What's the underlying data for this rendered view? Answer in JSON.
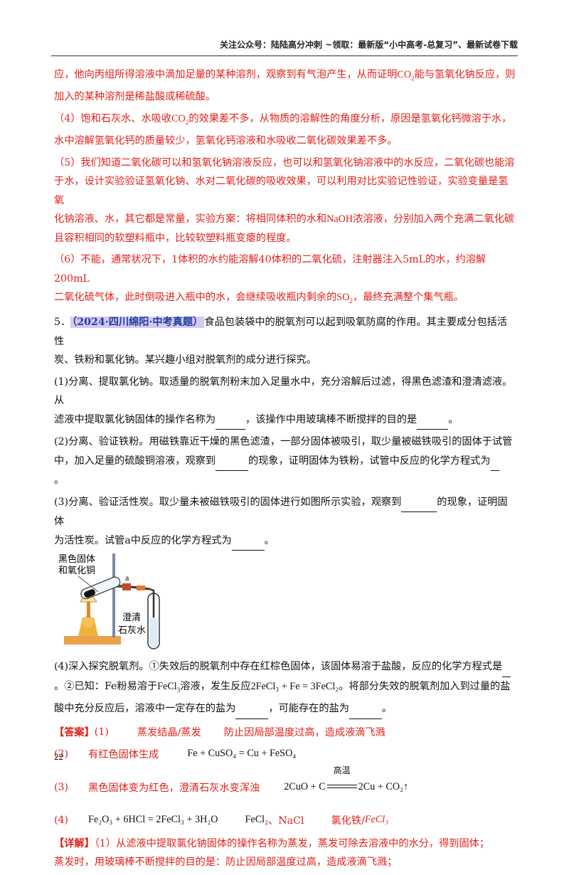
{
  "header": {
    "text": "关注公众号：陆陆高分冲刺  ~领取：最新版“小中高考-总复习”、最新试卷下载"
  },
  "paras": {
    "p1": "应，他向丙组所得溶液中滴加足量的某种溶剂，观察到有气泡产生，从而证明",
    "p1_co2": "CO",
    "p1_sub": "2",
    "p1b": "能与氢氧化钠反应，则",
    "p1c": "加入的某种溶剂是稀盐酸或稀硫酸。",
    "p2a": "（4）饱和石灰水、水吸收",
    "p2_co2": "CO",
    "p2_sub": "2",
    "p2b": "的效果差不多，从物质的溶解性的角度分析，原因是氢氧化钙微溶于水，",
    "p2c": "水中溶解氢氧化钙的质量较少，氢氧化钙溶液和水吸收二氧化碳效果差不多。",
    "p3a": "（5）我们知道二氧化碳可以和氢氧化钠溶液反应，也可以和氢氧化钠溶液中的水反应，二氧化碳也能溶",
    "p3b": "于水，设计实验验证氢氧化钠、水对二氧化碳的吸收效果，可以利用对比实验记性验证，实验变量是氢氧",
    "p3c1": "化钠溶液、水，其它都是常量，实验方案：将相同体积的水和",
    "p3_naoh": "NaOH",
    "p3c2": "浓溶液，分别加入两个充满二氧化碳",
    "p3d": "且容积相同的软塑料瓶中，比较软塑料瓶变瘪的程度。",
    "p4a": "（6）不能，通常状况下，1体积的水约能溶解40体积的二氧化硫，注射器注入5mL的水，约溶解200mL",
    "p4b1": "二氧化硫气体，此时倒吸进入瓶中的水，会继续吸收瓶内剩余的",
    "p4_so2": "SO",
    "p4_sub": "2",
    "p4b2": "，最终充满整个集气瓶。"
  },
  "question": {
    "num": "5．",
    "tag": "（2024·四川绵阳·中考真题）",
    "intro1": "食品包装袋中的脱氧剂可以起到吸氧防腐的作用。其主要成分包括活性",
    "intro2": "炭、铁粉和氯化钠。某兴趣小组对脱氧剂的成分进行探究。",
    "q1a": "(1)分离、提取氯化钠。取适量的脱氧剂粉末加入足量水中，充分溶解后过滤，得黑色滤渣和澄清滤液。从",
    "q1b1": "滤液中提取氯化钠固体的操作名称为",
    "q1b2": "，该操作中用玻璃棒不断搅拌的目的是",
    "q1b3": "。",
    "q2a": "(2)分离、验证铁粉。用磁铁靠近干燥的黑色滤渣，一部分固体被吸引，取少量被磁铁吸引的固体于试管",
    "q2b1": "中，加入足量的硫酸铜溶液，观察到",
    "q2b2": "的现象，证明固体为铁粉，试管中反应的化学方程式为",
    "q2c": "。",
    "q3a1": "(3)分离、验证活性炭。取少量未被磁铁吸引的固体进行如图所示实验，观察到",
    "q3a2": "的现象，证明固体",
    "q3b1": "为活性炭。试管a中反应的化学方程式为",
    "q3b2": "。",
    "fig_label1": "黑色固体",
    "fig_label2": "和氧化铜",
    "fig_label_a": "a",
    "fig_label3": "澄清",
    "fig_label4": "石灰水",
    "q4a": "(4)深入探究脱氧剂。①失效后的脱氧剂中存在红棕色固体，该固体易溶于盐酸，反应的化学方程式是",
    "q4b1": "。②已知：Fe粉易溶于",
    "q4b_fecl3": "FeCl",
    "q4b_sub3": "3",
    "q4b2": "溶液，发生反应",
    "q4b_eq": "2FeCl₃ + Fe = 3FeCl₂",
    "q4b3": "。将部分失效的脱氧剂加入到过量的盐",
    "q4c1": "酸中充分反应后，溶液中一定存在的盐为",
    "q4c2": "，可能存在的盐为",
    "q4c3": "。"
  },
  "answer": {
    "label": "【答案】",
    "a1_num": "(1)",
    "a1_x": "蒸发结晶/蒸发",
    "a1_y": "防止因局部温度过高，造成液滴飞溅",
    "a2_num": "(2)",
    "a2_x": "有红色固体生成",
    "a2_eq": "Fe + CuSO₄ = Cu + FeSO₄",
    "a3_num": "(3)",
    "a3_x": "黑色固体变为红色，澄清石灰水变浑浊",
    "a3_cond": "高温",
    "a3_eq_left": "2CuO + C",
    "a3_eq_right": "2Cu + CO₂↑",
    "a4_num": "(4)",
    "a4_eq": "Fe₂O₃ + 6HCl = 2FeCl₃ + 3H₂O",
    "a4_y1": "FeCl₂",
    "a4_y2": "、NaCl",
    "a4_z1": "氯化铁/",
    "a4_z2": "FeCl₃"
  },
  "detail": {
    "label": "【详解】",
    "d1": "（1）从滤液中提取氯化钠固体的操作名称为蒸发，蒸发可除去溶液中的水分，得到固体；",
    "d2": "蒸发时，用玻璃棒不断搅拌的目的是：防止因局部温度过高，造成液滴飞溅；"
  },
  "footer": {
    "page": "22"
  }
}
